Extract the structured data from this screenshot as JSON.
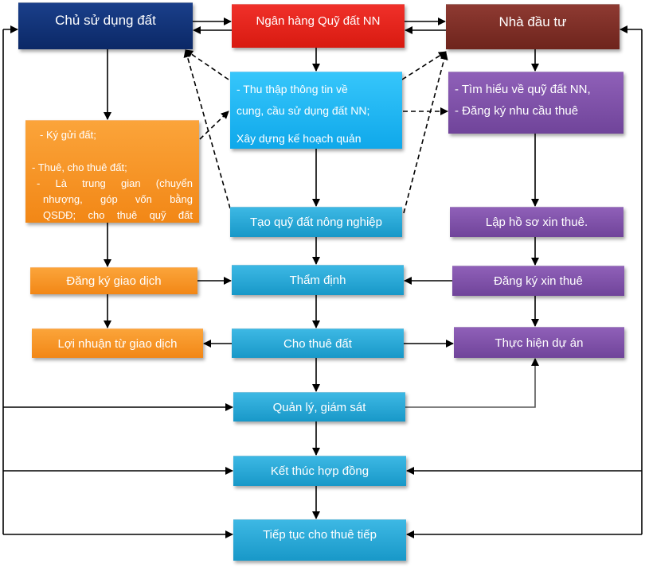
{
  "nodes": {
    "land_user": "Chủ sử dụng đất",
    "land_bank": "Ngân hàng Quỹ đất NN",
    "investor": "Nhà đầu tư",
    "bank_tasks": [
      "- Thu thập thông tin về",
      "cung, cầu sử dụng đất NN;",
      "Xây dựng kế hoạch quản"
    ],
    "investor_tasks": [
      "- Tìm hiểu về quỹ đất NN,",
      "- Đăng ký nhu cầu thuê"
    ],
    "user_tasks": [
      "- Ký gửi đất;",
      "- Thuê, cho thuê đất;",
      "- Là trung gian (chuyển",
      "nhượng, góp vốn bằng",
      "QSDĐ; cho thuê quỹ đất"
    ],
    "create_fund": "Tạo quỹ đất nông nghiệp",
    "prepare_dossier": "Lập hồ sơ xin thuê.",
    "register_transaction": "Đăng ký giao dịch",
    "appraisal": "Thẩm định",
    "register_lease": "Đăng ký xin thuê",
    "transaction_profit": "Lợi nhuận từ giao dịch",
    "lease_land": "Cho thuê đất",
    "implement_project": "Thực hiện dự án",
    "manage_supervise": "Quản lý, giám sát",
    "end_contract": "Kết thúc hợp đồng",
    "continue_lease": "Tiếp tục cho thuê tiếp"
  },
  "colors": {
    "land_user": "#0d2a6e",
    "land_bank": "#e01b12",
    "investor": "#7b2c24",
    "process": "#1fa3d6",
    "info": "#14b0f0",
    "investor_steps": "#7e4fa6",
    "user_steps": "#f7901e"
  }
}
